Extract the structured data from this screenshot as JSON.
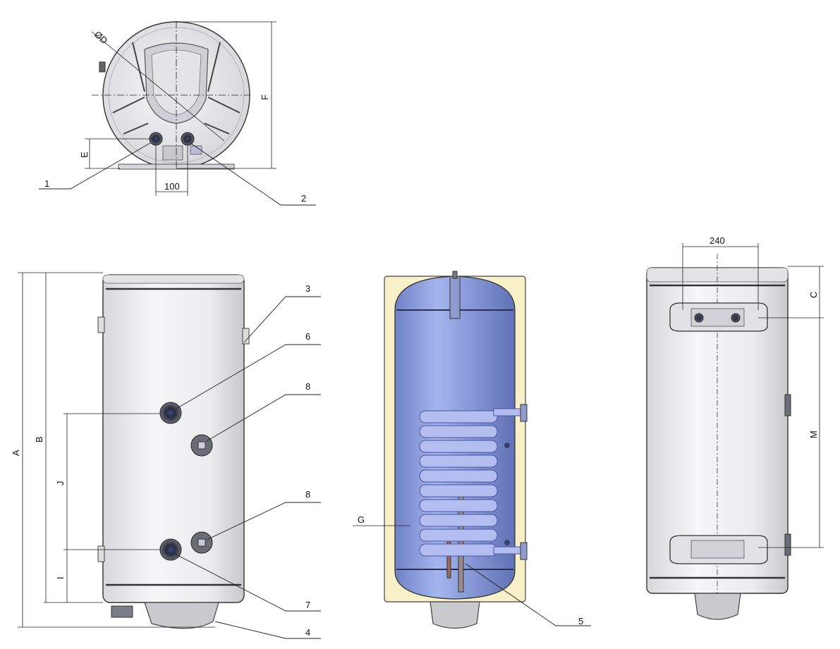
{
  "callouts": {
    "c1": "1",
    "c2": "2",
    "c3": "3",
    "c4": "4",
    "c5": "5",
    "c6": "6",
    "c7": "7",
    "c8a": "8",
    "c8b": "8"
  },
  "dimensions": {
    "diameter": "ØD",
    "E": "E",
    "F": "F",
    "w100": "100",
    "A": "A",
    "B": "B",
    "J": "J",
    "I": "I",
    "G": "G",
    "w240": "240",
    "C": "C",
    "M": "M"
  },
  "colors": {
    "tank_body": "#eeeef0",
    "insulation": "#f7f0c8",
    "inner_tank": "#8ea3de",
    "coil": "#a9b4ea",
    "fitting": "#555a6a"
  }
}
